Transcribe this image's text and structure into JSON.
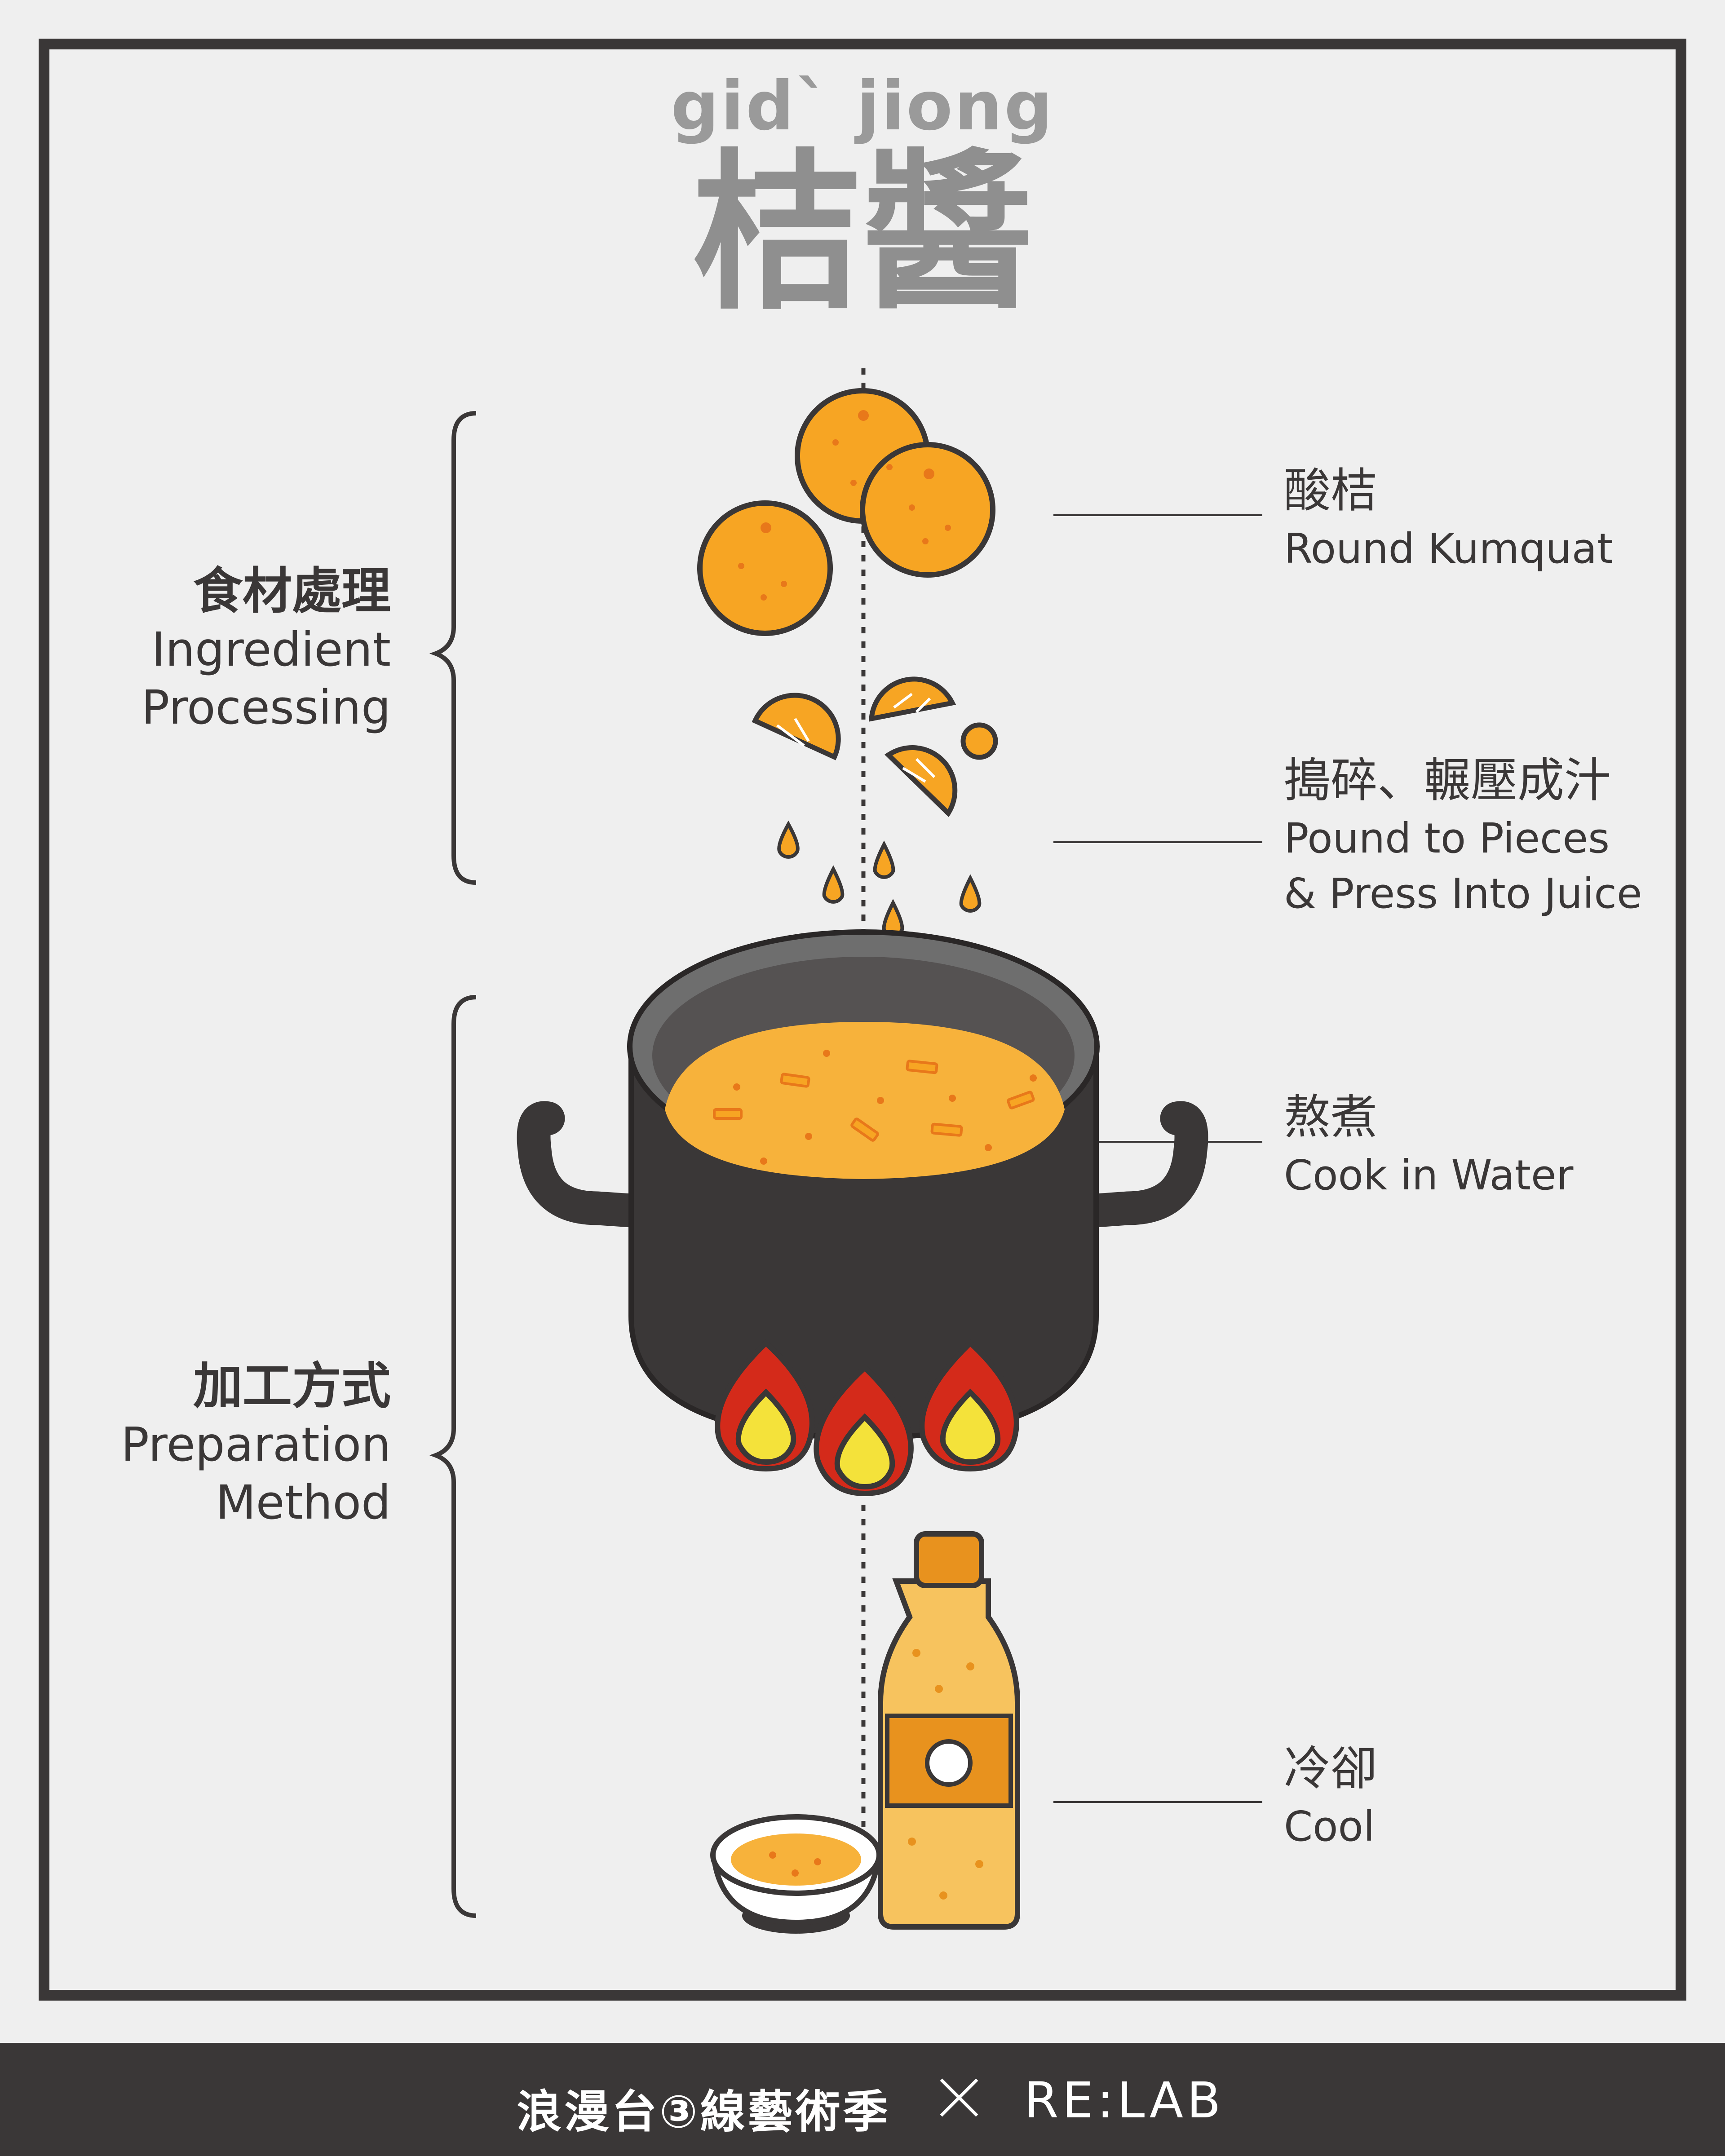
{
  "header": {
    "romanization": "gidˋ jiong",
    "title": "桔醬"
  },
  "sections": [
    {
      "zh": "食材處理",
      "en": "Ingredient\nProcessing"
    },
    {
      "zh": "加工方式",
      "en": "Preparation\nMethod"
    }
  ],
  "steps": [
    {
      "zh": "酸桔",
      "en": "Round Kumquat"
    },
    {
      "zh": "搗碎、輾壓成汁",
      "en": "Pound to Pieces\n& Press Into Juice"
    },
    {
      "zh": "熬煮",
      "en": "Cook in Water"
    },
    {
      "zh": "冷卻",
      "en": "Cool"
    }
  ],
  "footer": {
    "left": "浪漫台③線藝術季",
    "right": "RE:LAB"
  },
  "colors": {
    "background": "#efefef",
    "ink": "#3a3737",
    "orange": "#f7a523",
    "title_gray": "#8f8f8f",
    "flame_red": "#d42a1a",
    "flame_yellow": "#f4e23a"
  }
}
